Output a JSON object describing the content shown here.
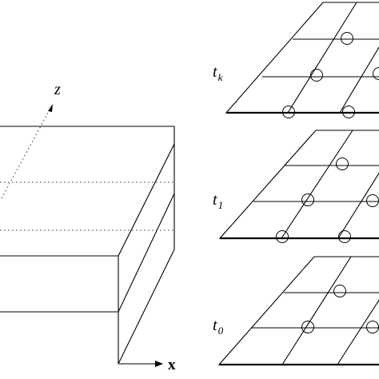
{
  "axes": {
    "z_label": "z",
    "x_label": "x"
  },
  "layers": [
    {
      "label_base": "t",
      "label_sub": "k"
    },
    {
      "label_base": "t",
      "label_sub": "1"
    },
    {
      "label_base": "t",
      "label_sub": "0"
    }
  ]
}
